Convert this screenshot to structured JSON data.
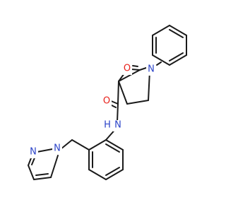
{
  "molecule": {
    "atom_labels": {
      "O_lactam": "O",
      "N_ring": "N",
      "O_amide": "O",
      "N_amide": "N",
      "H_amide": "H",
      "N_pyrazole_1": "N",
      "N_pyrazole_2": "N"
    },
    "colors": {
      "bond": "#1a1a1a",
      "oxygen": "#e8211b",
      "nitrogen": "#2b43c8",
      "background": "#ffffff"
    }
  }
}
